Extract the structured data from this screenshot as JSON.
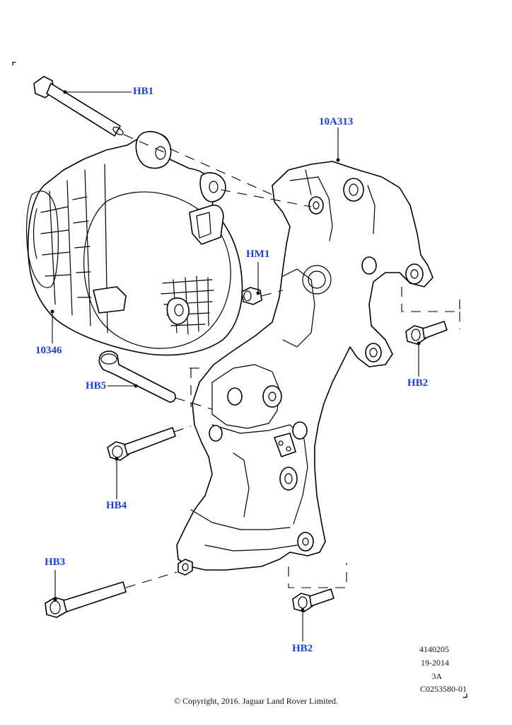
{
  "callouts": {
    "hb1": "HB1",
    "part_10a313": "10A313",
    "hm1": "HM1",
    "part_10346": "10346",
    "hb2_upper": "HB2",
    "hb5": "HB5",
    "hb4": "HB4",
    "hb3": "HB3",
    "hb2_lower": "HB2"
  },
  "footer": {
    "line1": "4140205",
    "line2": "19-2014",
    "line3": "3A",
    "line4": "C0253580-01",
    "copyright": "© Copyright, 2016. Jaguar Land Rover Limited."
  },
  "colors": {
    "callout_text": "#1a3fd6",
    "line_art": "#000000",
    "background": "#ffffff"
  }
}
